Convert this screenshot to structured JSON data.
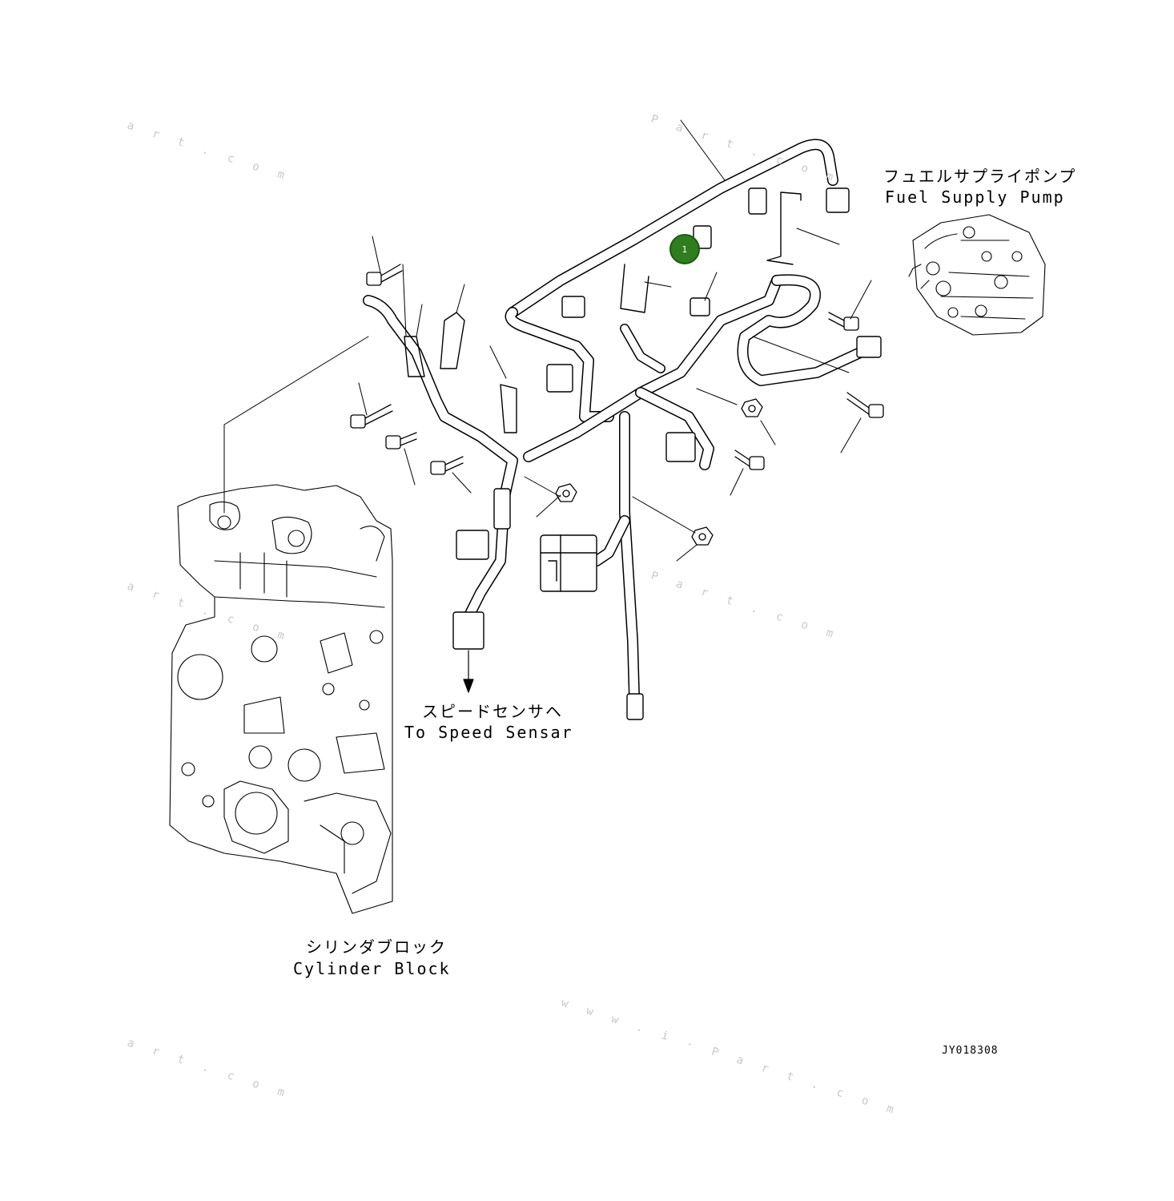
{
  "labels": {
    "fuel_supply_pump_jp": "フュエルサプライポンプ",
    "fuel_supply_pump_en": "Fuel Supply Pump",
    "speed_sensor_jp": "スピードセンサヘ",
    "speed_sensor_en": "To Speed Sensar",
    "cylinder_block_jp": "シリンダブロック",
    "cylinder_block_en": "Cylinder Block"
  },
  "drawing_code": "JY018308",
  "callouts": [
    {
      "number": "1",
      "color": "#2e7d1f"
    }
  ],
  "watermarks": [
    "a r t . c o m",
    "w w w . i - P a r t . c o m",
    "P a r t . c o m"
  ]
}
